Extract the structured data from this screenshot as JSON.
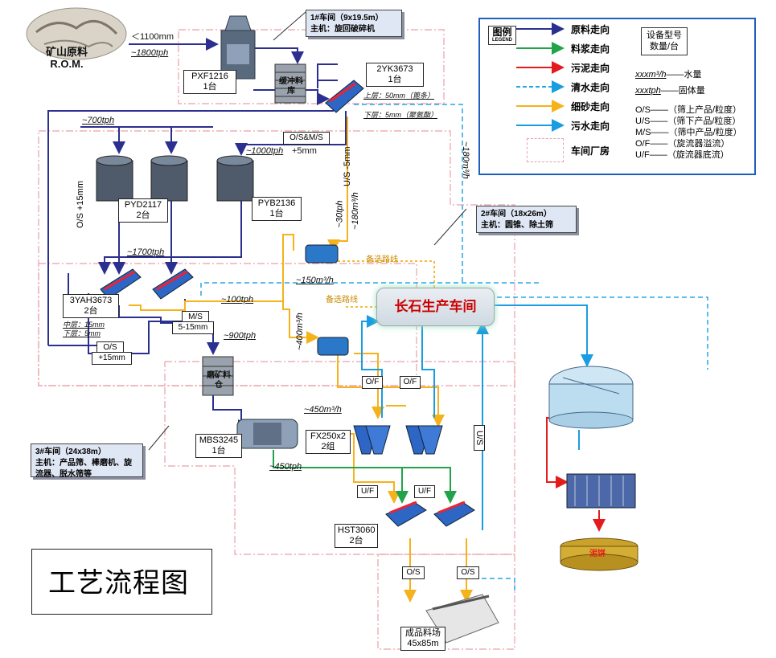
{
  "source": {
    "name_cn": "矿山原料",
    "name_en": "R.O.M.",
    "size_label": "＜1100mm",
    "rate_label": "~1800tph"
  },
  "crusher_pxf": {
    "model": "PXF1216",
    "qty": "1台"
  },
  "buffer_bin": {
    "label": "缓冲料库"
  },
  "workshop1": {
    "title": "1#车间（9x19.5m）",
    "desc": "主机：旋回破碎机"
  },
  "screen_2yk": {
    "model": "2YK3673",
    "qty": "1台",
    "upper_deck": "上层：50mm（篦条）",
    "lower_deck": "下层：5mm（聚氨酯）"
  },
  "flow_labels": {
    "f700": "~700tph",
    "os15": "O/S +15mm",
    "osms": "O/S&M/S",
    "plus5": "+5mm",
    "f1000": "~1000tph",
    "us5": "U/S -5mm",
    "f30": "~30tph",
    "f180a": "~180m³/h",
    "f180b": "~180m³/h",
    "f1700": "~1700tph",
    "f150": "~150m³/h",
    "f100": "~100tph",
    "ms": "M/S",
    "ms_size": "5-15mm",
    "f900": "~900tph",
    "os_bottom": "O/S",
    "plus15": "+15mm",
    "f400": "~400m³/h",
    "f450w": "~450m³/h",
    "f450t": "~450tph",
    "of1": "O/F",
    "of2": "O/F",
    "uf1": "U/F",
    "uf2": "U/F",
    "us": "U/S",
    "os1": "O/S",
    "os2": "O/S",
    "backup1": "备选路线",
    "backup2": "备选路线"
  },
  "crusher_pyd": {
    "model": "PYD2117",
    "qty": "2台"
  },
  "crusher_pyb": {
    "model": "PYB2136",
    "qty": "1台"
  },
  "workshop2": {
    "title": "2#车间（18x26m）",
    "desc": "主机：圆锥、除土筛"
  },
  "screen_3yah": {
    "model": "3YAH3673",
    "qty": "2台",
    "mid_deck": "中层：15mm",
    "lower_deck": "下层：5mm"
  },
  "center_workshop": {
    "label": "长石生产车间"
  },
  "rod_bin": {
    "label": "磨矿料仓"
  },
  "rod_mill": {
    "model": "MBS3245",
    "qty": "1台"
  },
  "workshop3": {
    "title": "3#车间（24x38m）",
    "desc": "主机：产品筛、棒磨机、旋流器、脱水筛等"
  },
  "cyclone": {
    "model": "FX250x2",
    "qty": "2组"
  },
  "dewater_screen": {
    "model": "HST3060",
    "qty": "2台"
  },
  "stockyard": {
    "name": "成品料场",
    "size": "45x85m"
  },
  "sludge": {
    "label": "泥饼"
  },
  "diagram_title": "工艺流程图",
  "legend": {
    "title": "图例",
    "title_en": "LEGEND",
    "items": [
      {
        "label": "原料走向",
        "color": "#2b2f8f",
        "style": "solid"
      },
      {
        "label": "料浆走向",
        "color": "#21a34a",
        "style": "solid"
      },
      {
        "label": "污泥走向",
        "color": "#e41b1b",
        "style": "solid"
      },
      {
        "label": "清水走向",
        "color": "#27a6e5",
        "style": "dashed"
      },
      {
        "label": "细砂走向",
        "color": "#f5b21b",
        "style": "solid"
      },
      {
        "label": "污水走向",
        "color": "#1a9de0",
        "style": "solid"
      }
    ],
    "workshop_item": "车间厂房",
    "spec_title": "设备型号",
    "spec_qty": "数量/台",
    "water_unit": "xxxm³/h",
    "water_desc": "——水量",
    "solid_unit": "xxxtph",
    "solid_desc": "——固体量",
    "notes": [
      "O/S——（筛上产品/粒度）",
      "U/S——（筛下产品/粒度）",
      "M/S——（筛中产品/粒度）",
      "O/F——（旋流器溢流）",
      "U/F——（旋流器底流）"
    ]
  }
}
